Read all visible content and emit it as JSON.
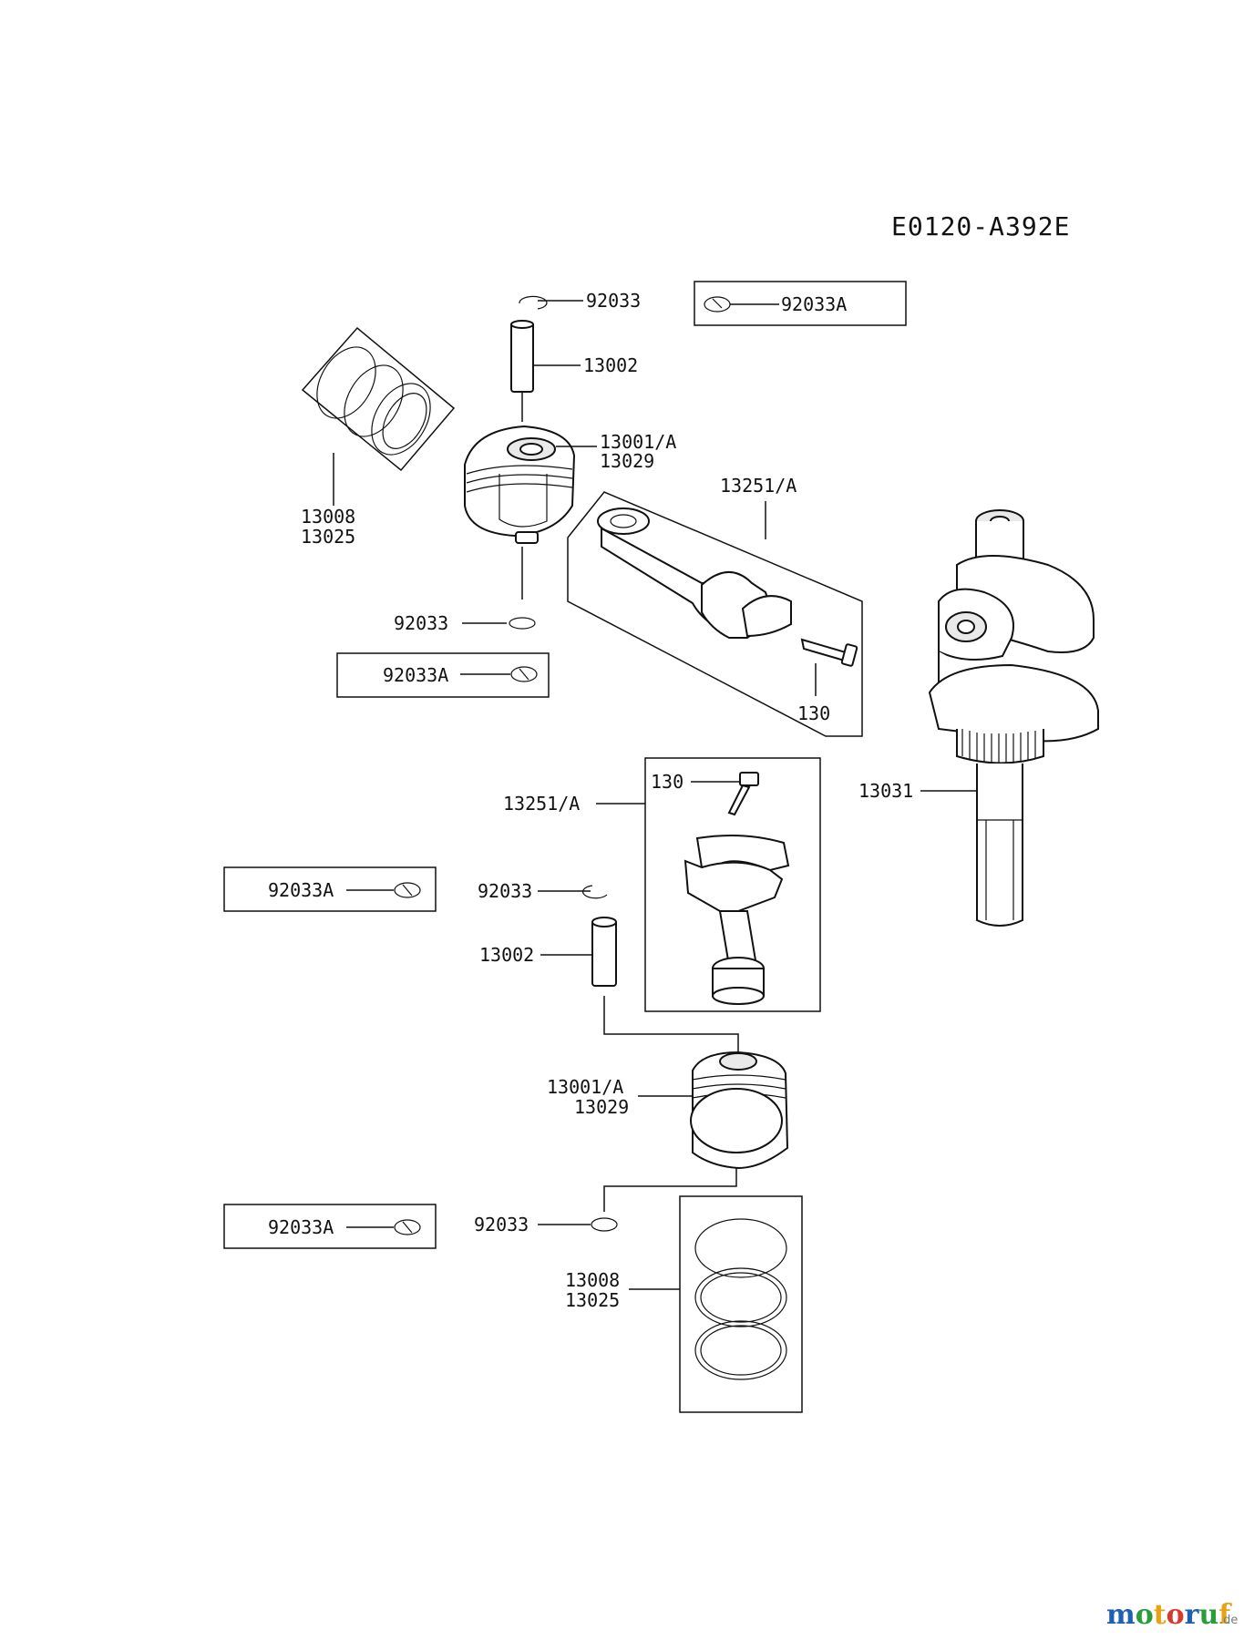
{
  "diagram_code": "E0120-A392E",
  "labels": {
    "top_circlip": "92033",
    "top_circlip_alt": "92033A",
    "top_pin": "13002",
    "top_piston_a": "13001/A",
    "top_piston_b": "13029",
    "top_rings_a": "13008",
    "top_rings_b": "13025",
    "top_rod": "13251/A",
    "top_bottom_circlip": "92033",
    "top_bottom_circlip_alt": "92033A",
    "top_bolt": "130",
    "crankshaft": "13031",
    "bottom_bolt": "130",
    "bottom_rod": "13251/A",
    "bottom_circlip_alt_1": "92033A",
    "bottom_circlip_1": "92033",
    "bottom_pin": "13002",
    "bottom_piston_a": "13001/A",
    "bottom_piston_b": "13029",
    "bottom_circlip_alt_2": "92033A",
    "bottom_circlip_2": "92033",
    "bottom_rings_a": "13008",
    "bottom_rings_b": "13025"
  },
  "watermark": {
    "letters": [
      "m",
      "o",
      "t",
      "o",
      "r",
      "u",
      "f"
    ],
    "colors": [
      "#1f5fb4",
      "#2a9d3a",
      "#e6a313",
      "#d63a2f",
      "#1f5fb4",
      "#2a9d3a",
      "#e6a313"
    ],
    "suffix": ".de"
  }
}
